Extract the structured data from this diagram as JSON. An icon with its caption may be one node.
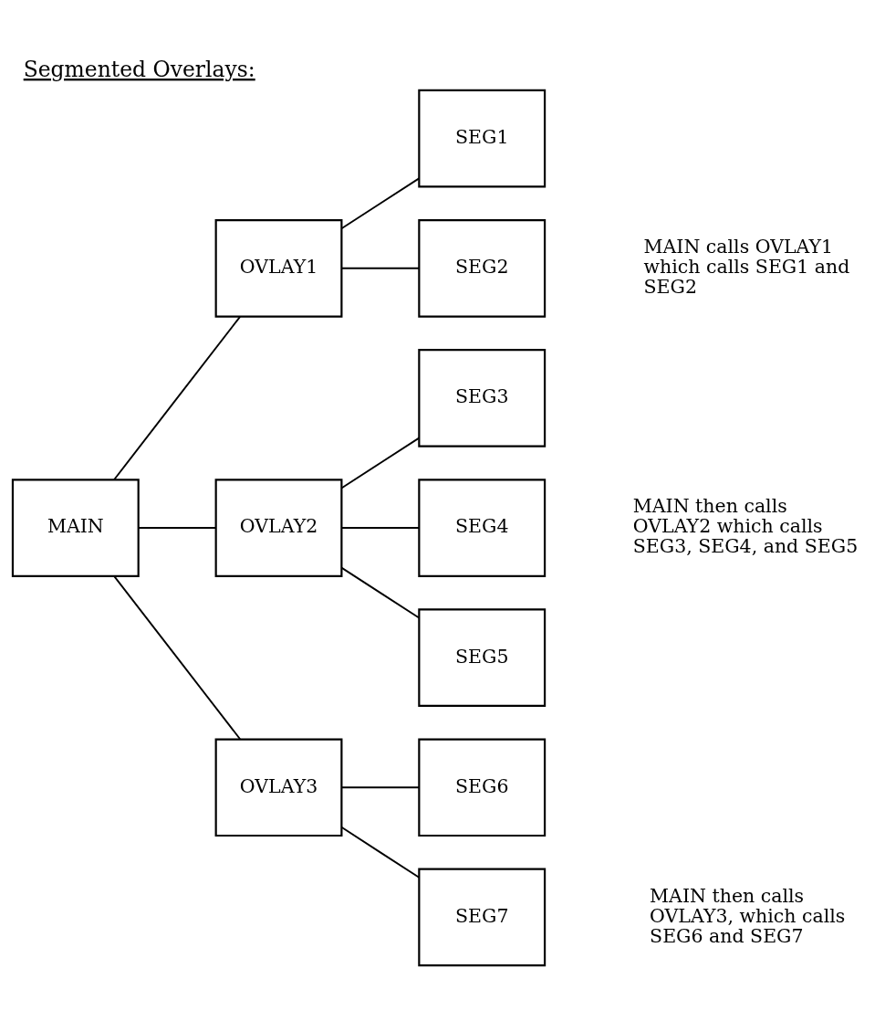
{
  "diagram": {
    "title": "Segmented Overlays:",
    "nodes": [
      {
        "text": [
          "MAIN"
        ]
      },
      {
        "text": [
          "OVLAY1"
        ]
      },
      {
        "text": [
          "OVLAY2"
        ]
      },
      {
        "text": [
          "OVLAY3"
        ]
      },
      {
        "text": [
          "SEG1"
        ]
      },
      {
        "text": [
          "SEG2"
        ]
      },
      {
        "text": [
          "SEG3"
        ]
      },
      {
        "text": [
          "SEG4"
        ]
      },
      {
        "text": [
          "SEG5"
        ]
      },
      {
        "text": [
          "SEG6"
        ]
      },
      {
        "text": [
          "SEG7"
        ]
      }
    ],
    "edges": [
      {
        "from": 0,
        "to": 1,
        "arrow": "none"
      },
      {
        "from": 0,
        "to": 2,
        "arrow": "none"
      },
      {
        "from": 0,
        "to": 3,
        "arrow": "none"
      },
      {
        "from": 1,
        "to": 4,
        "arrow": "none"
      },
      {
        "from": 1,
        "to": 5,
        "arrow": "none"
      },
      {
        "from": 2,
        "to": 6,
        "arrow": "none"
      },
      {
        "from": 2,
        "to": 7,
        "arrow": "none"
      },
      {
        "from": 2,
        "to": 8,
        "arrow": "none"
      },
      {
        "from": 3,
        "to": 9,
        "arrow": "none"
      },
      {
        "from": 3,
        "to": 10,
        "arrow": "none"
      }
    ],
    "labels": [
      "MAIN calls OVLAY1 which calls SEG1 and SEG2",
      "MAIN then calls OVLAY2 which calls SEG3, SEG4, and SEG5",
      "MAIN then calls OVLAY3, which calls SEG6 and SEG7"
    ]
  }
}
